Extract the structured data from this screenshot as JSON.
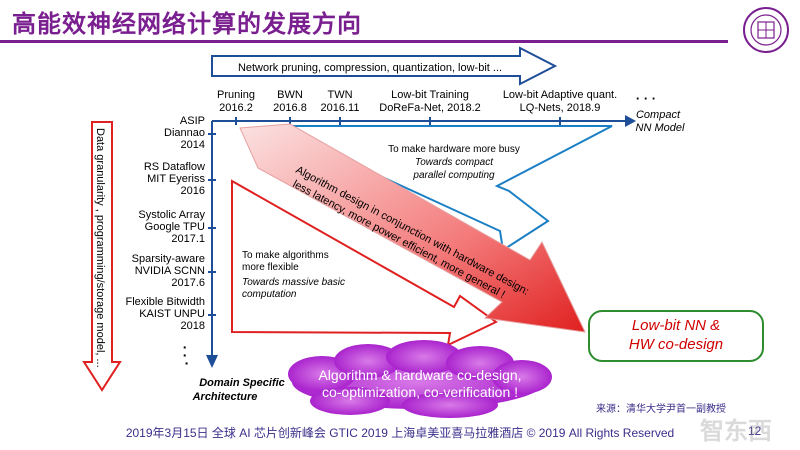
{
  "title": "高能效神经网络计算的发展方向",
  "banner_text": "Network pruning, compression, quantization, low-bit ...",
  "timeline": [
    {
      "name": "Pruning",
      "date": "2016.2"
    },
    {
      "name": "BWN",
      "date": "2016.8"
    },
    {
      "name": "TWN",
      "date": "2016.11"
    },
    {
      "name": "Low-bit Training",
      "date": "DoReFa-Net, 2018.2"
    },
    {
      "name": "Low-bit Adaptive quant.",
      "date": "LQ-Nets, 2018.9"
    }
  ],
  "ellipsis": "· · ·",
  "vertical_ellipsis": "·\n·\n·",
  "compact_label": [
    "Compact",
    "NN Model"
  ],
  "architectures": [
    {
      "lines": [
        "ASIP",
        "Diannao",
        "2014"
      ]
    },
    {
      "lines": [
        "RS Dataflow",
        "MIT Eyeriss",
        "2016"
      ]
    },
    {
      "lines": [
        "Systolic Array",
        "Google TPU",
        "2017.1"
      ]
    },
    {
      "lines": [
        "Sparsity-aware",
        "NVIDIA SCNN",
        "2017.6"
      ]
    },
    {
      "lines": [
        "Flexible Bitwidth",
        "KAIST UNPU",
        "2018"
      ]
    }
  ],
  "domain_label": [
    "Domain Specific",
    "Architecture"
  ],
  "side_label": "Data granularity , programming/storage model, ...",
  "blue_arrow_text": [
    "To make hardware more busy",
    "Towards compact",
    "parallel computing"
  ],
  "red_arrow_text": [
    "To make algorithms",
    "more flexible",
    "Towards massive basic",
    "computation"
  ],
  "diagonal_text": [
    "Algorithm design in conjunction with hardware design:",
    "less latency, more power efficient, more general !"
  ],
  "result_box": [
    "Low-bit NN &",
    "HW co-design"
  ],
  "cloud_text": [
    "Algorithm & hardware co-design,",
    "co-optimization, co-verification !"
  ],
  "source": "来源：清华大学尹首一副教授",
  "footer": "2019年3月15日 全球 AI 芯片创新峰会 GTIC 2019 上海卓美亚喜马拉雅酒店 © 2019 All Rights Reserved",
  "page_number": "12",
  "watermark": "智东西",
  "colors": {
    "title": "#7a1f8f",
    "axis": "#1f4e99",
    "red": "#e02020",
    "blue": "#1a7fc4",
    "cloud": "#a012c8",
    "green": "#2e8b2e"
  }
}
